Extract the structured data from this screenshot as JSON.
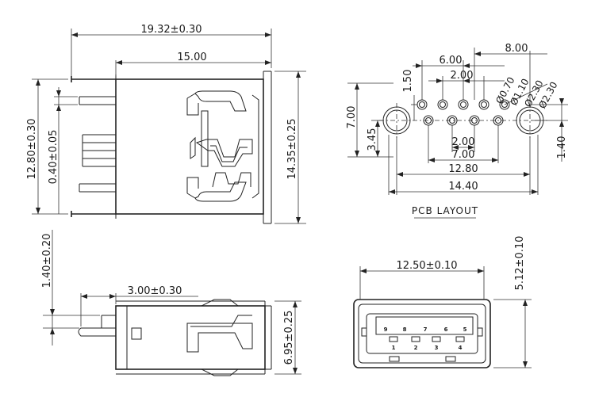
{
  "top_view": {
    "dim_overall_length": "19.32±0.30",
    "dim_body_length": "15.00",
    "dim_overall_height": "12.80±0.30",
    "dim_pin_thickness": "0.40±0.05",
    "dim_body_height": "14.35±0.25"
  },
  "side_view": {
    "dim_pin_pitch": "1.40±0.20",
    "dim_pin_length": "3.00±0.30",
    "dim_height": "6.95±0.25"
  },
  "pcb_layout": {
    "title": "PCB LAYOUT",
    "dim_8_00": "8.00",
    "dim_6_00": "6.00",
    "dim_2_00_top": "2.00",
    "dim_1_50": "1.50",
    "dim_7_00_left": "7.00",
    "dim_3_45": "3.45",
    "dim_2_00_mid": "2.00",
    "dim_7_00_mid": "7.00",
    "dim_12_80": "12.80",
    "dim_14_40": "14.40",
    "dim_1_40": "1.40",
    "hole_d070": "Ø0.70",
    "hole_d110": "Ø1.10",
    "hole_d230a": "Ø2.30",
    "hole_d230b": "Ø2.30"
  },
  "front_view": {
    "dim_width": "12.50±0.10",
    "dim_height": "5.12±0.10",
    "pins_top": [
      "9",
      "8",
      "7",
      "6",
      "5"
    ],
    "pins_bottom": [
      "1",
      "2",
      "3",
      "4"
    ]
  }
}
